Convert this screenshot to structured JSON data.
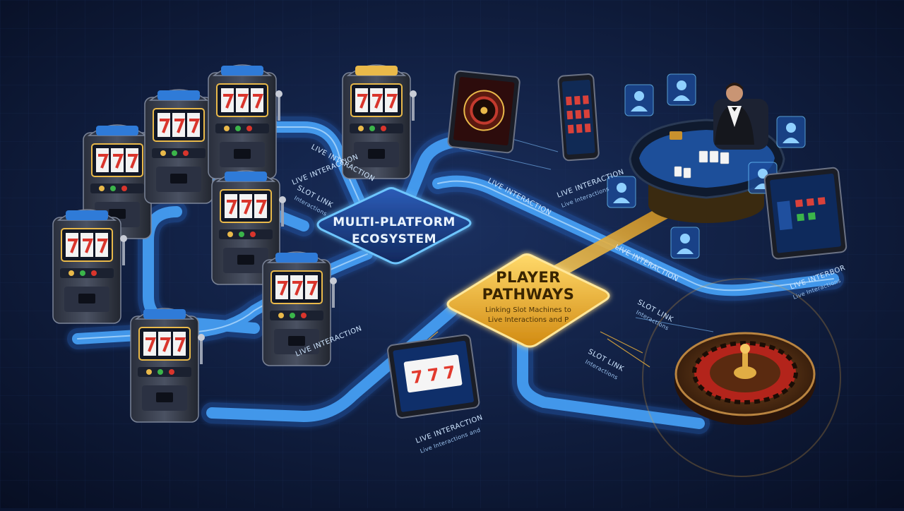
{
  "hubs": {
    "ecosystem": {
      "line1": "MULTI-PLATFORM",
      "line2": "ECOSYSTEM"
    },
    "pathways": {
      "line1": "PLAYER",
      "line2": "PATHWAYS",
      "sub1": "Linking Slot Machines to",
      "sub2": "Live Interactions and P"
    }
  },
  "labels": {
    "live_interaction": "LIVE INTERACTION",
    "slot_link": "SLOT LINK",
    "slot_link_sub": "Interactions",
    "slot_link_2": "SLOT LINK",
    "slot_link_2_sub": "Interactions",
    "live_interaction_right": "LIVE INTERACTION",
    "live_interaction_right_sub": "Live Interactions",
    "live_interaction_far": "LIVE INTERBOR",
    "live_interaction_far_sub": "Live Interactions",
    "live_interaction_bottom": "LIVE INTERACTION",
    "live_interaction_bottom_sub": "Live Interactions and"
  },
  "slot_reels": [
    "7",
    "7",
    "7"
  ],
  "colors": {
    "background": "#0b1530",
    "path": "#4aa8ff",
    "path_glow": "#2b6fd6",
    "gold": "#f2b63c",
    "hub_blue": "#1b3f86",
    "table_felt": "#1d4f9a"
  }
}
